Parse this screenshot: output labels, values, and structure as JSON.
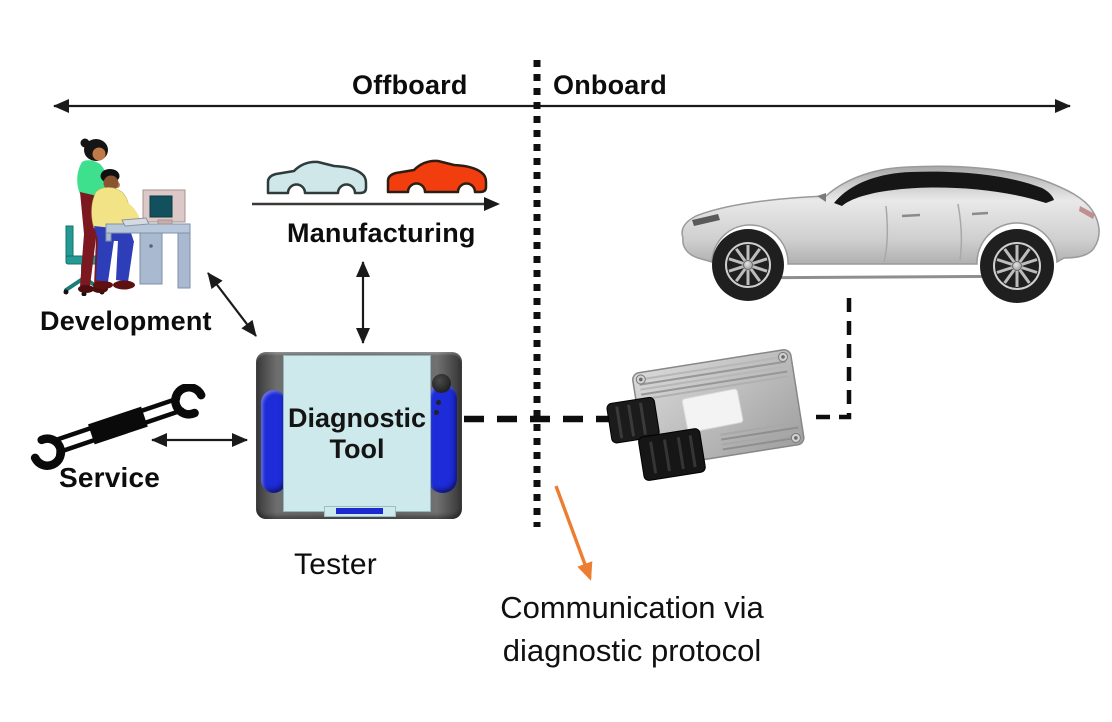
{
  "page": {
    "kind": "automotive-diagnostics-diagram",
    "background": "#ffffff"
  },
  "axis": {
    "offboard_label": "Offboard",
    "onboard_label": "Onboard"
  },
  "offboard": {
    "development": {
      "label": "Development",
      "icon": "people-at-computer-icon"
    },
    "manufacturing": {
      "label": "Manufacturing",
      "icon": "production-cars-icon"
    },
    "service": {
      "label": "Service",
      "icon": "wrench-icon"
    },
    "tester": {
      "screen_line1": "Diagnostic",
      "screen_line2": "Tool",
      "caption": "Tester"
    }
  },
  "onboard": {
    "vehicle_icon": "silver-car-side-view",
    "ecu_icon": "engine-control-unit"
  },
  "annotation": {
    "line1": "Communication via",
    "line2": "diagnostic protocol"
  },
  "colors": {
    "label_text": "#0d0d0d",
    "connector_line": "#1a1a1a",
    "annotation_arrow": "#ED7D31",
    "tool_screen": "#cde9ec",
    "tool_handle_blue": "#1d2bd8",
    "tool_body_gray": "#666666",
    "manufacturing_car_blue": "#cfe7e9",
    "manufacturing_car_red": "#f23d0e"
  }
}
